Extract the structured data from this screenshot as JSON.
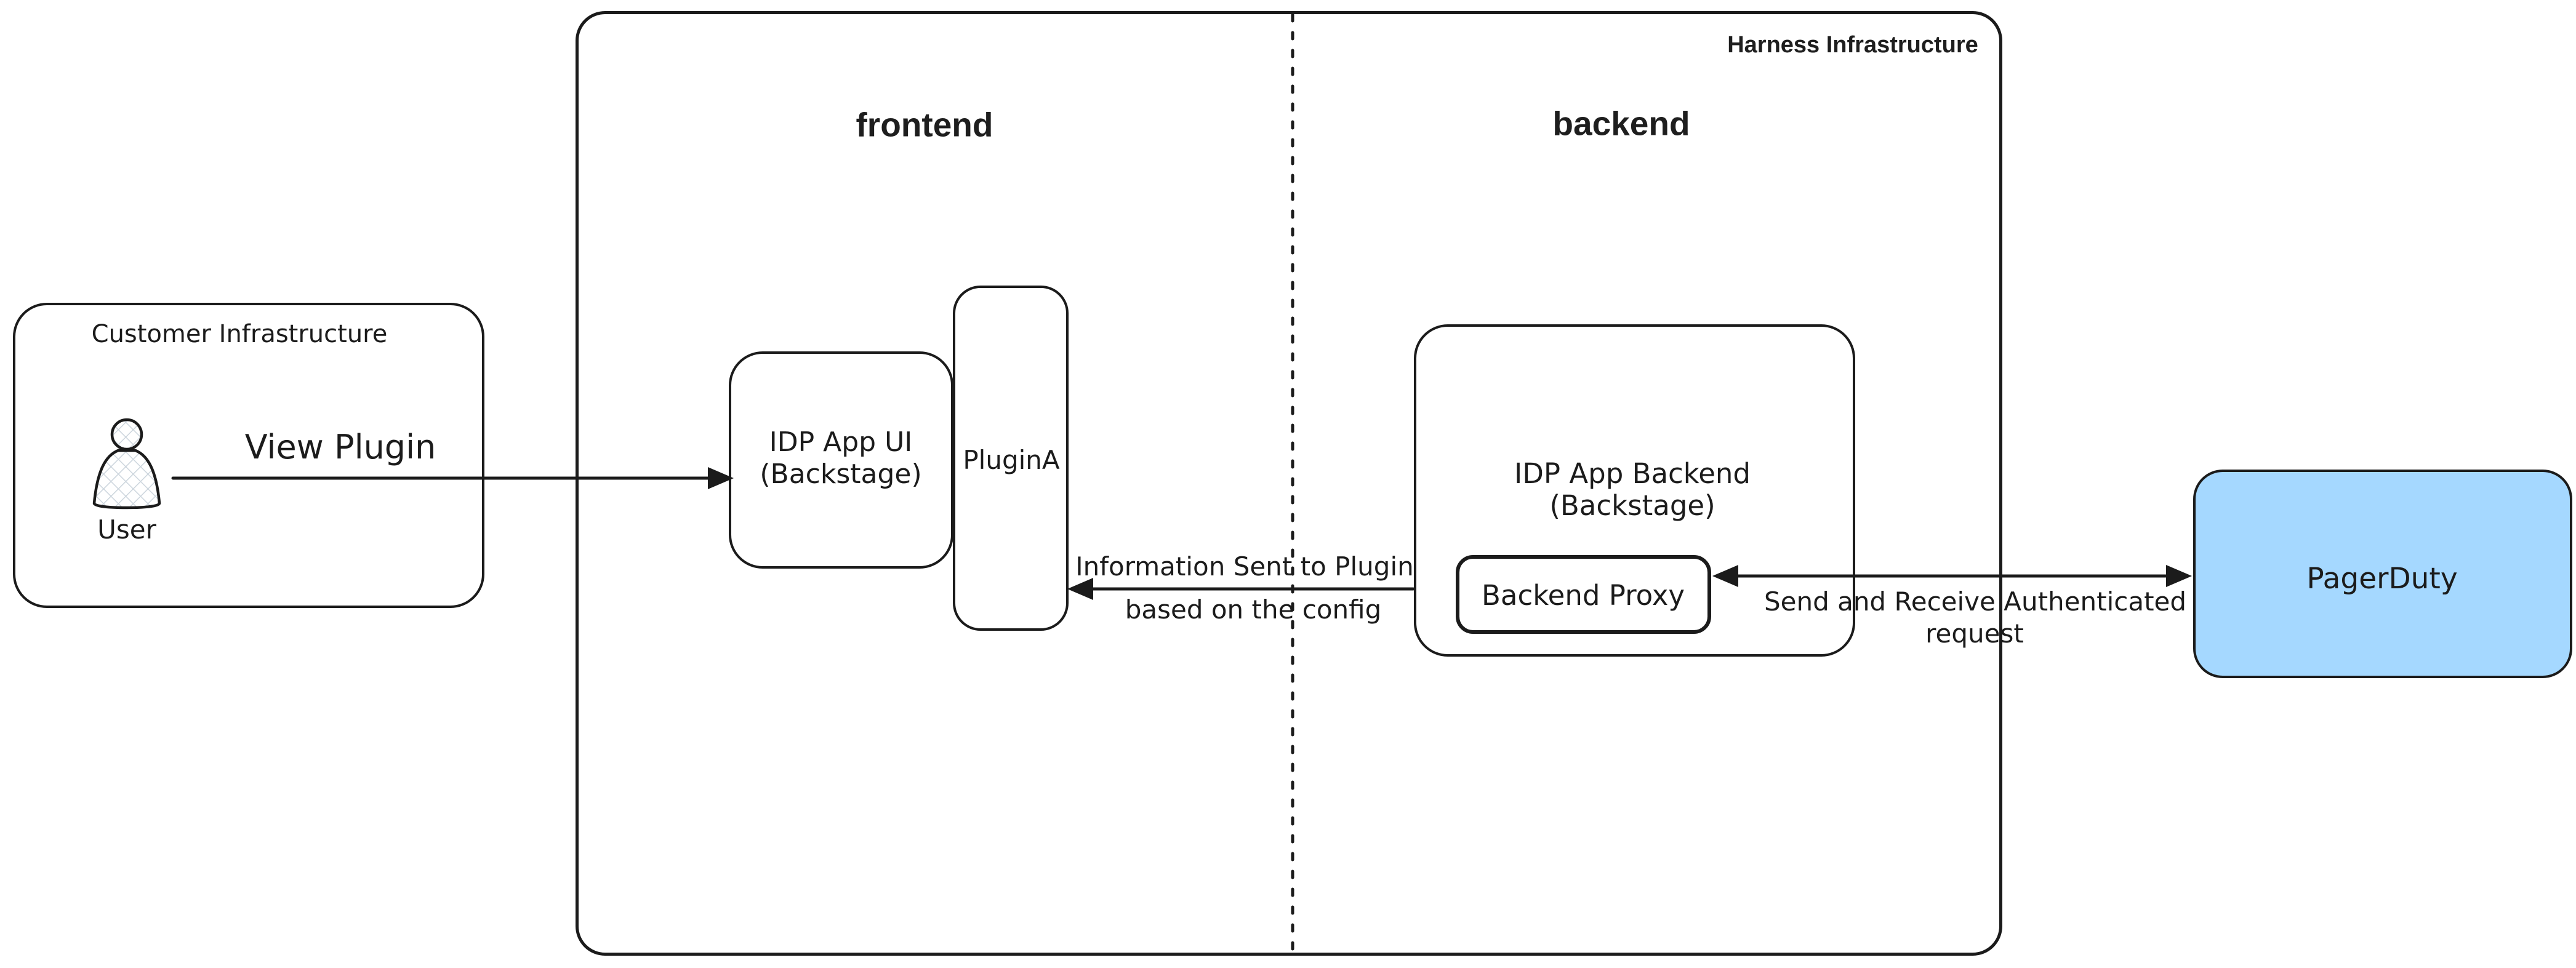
{
  "groups": {
    "customer": {
      "title": "Customer Infrastructure"
    },
    "harness": {
      "title": "Harness Infrastructure",
      "zones": {
        "frontend": "frontend",
        "backend": "backend"
      }
    }
  },
  "nodes": {
    "user": {
      "label": "User"
    },
    "idp_app_ui": {
      "title": "IDP App UI",
      "subtitle": "(Backstage)"
    },
    "plugin_a": {
      "label": "PluginA"
    },
    "idp_app_backend": {
      "title": "IDP App Backend",
      "subtitle": "(Backstage)"
    },
    "backend_proxy": {
      "label": "Backend Proxy"
    },
    "pagerduty": {
      "label": "PagerDuty",
      "fill_color": "#a5d8ff"
    }
  },
  "edges": {
    "view_plugin": {
      "label": "View Plugin"
    },
    "info_to_plugin": {
      "label_line1": "Information Sent to Plugin",
      "label_line2": "based on the config"
    },
    "pagerduty_sync": {
      "label_line1": "Send and Receive Authenticated",
      "label_line2": "request"
    }
  },
  "colors": {
    "stroke": "#1b1b1b",
    "text": "#1b1b1b",
    "pagerduty_fill": "#a5d8ff",
    "hatch_fill": "#ccd5dd",
    "background": "#ffffff"
  }
}
